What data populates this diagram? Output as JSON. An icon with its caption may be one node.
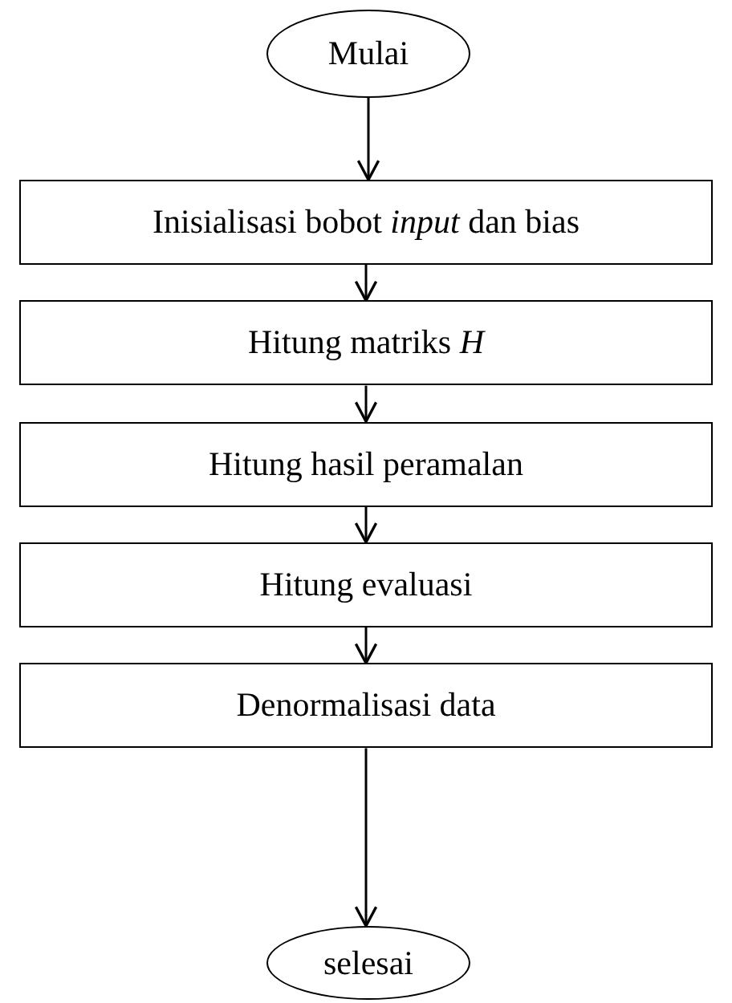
{
  "diagram": {
    "nodes": [
      {
        "text": [
          "Mulai"
        ]
      },
      {
        "text": [
          "Inisialisasi bobot *input* dan bias"
        ]
      },
      {
        "text": [
          "Hitung matriks *H*"
        ]
      },
      {
        "text": [
          "Hitung hasil peramalan"
        ]
      },
      {
        "text": [
          "Hitung evaluasi"
        ]
      },
      {
        "text": [
          "Denormalisasi data"
        ]
      },
      {
        "text": [
          "selesai"
        ]
      }
    ],
    "edges": [
      {
        "from": 0,
        "to": 1,
        "arrow": "to"
      },
      {
        "from": 1,
        "to": 2,
        "arrow": "to"
      },
      {
        "from": 2,
        "to": 3,
        "arrow": "to"
      },
      {
        "from": 3,
        "to": 4,
        "arrow": "to"
      },
      {
        "from": 4,
        "to": 5,
        "arrow": "to"
      },
      {
        "from": 5,
        "to": 6,
        "arrow": "to"
      }
    ]
  }
}
